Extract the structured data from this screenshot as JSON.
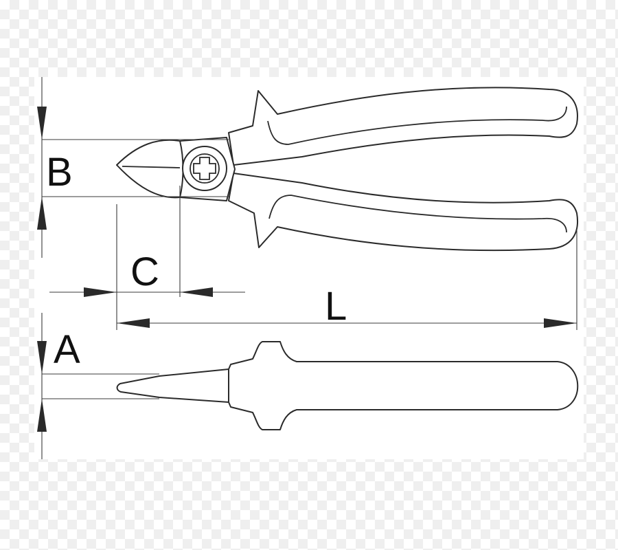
{
  "labels": {
    "a": "A",
    "b": "B",
    "c": "C",
    "l": "L"
  }
}
